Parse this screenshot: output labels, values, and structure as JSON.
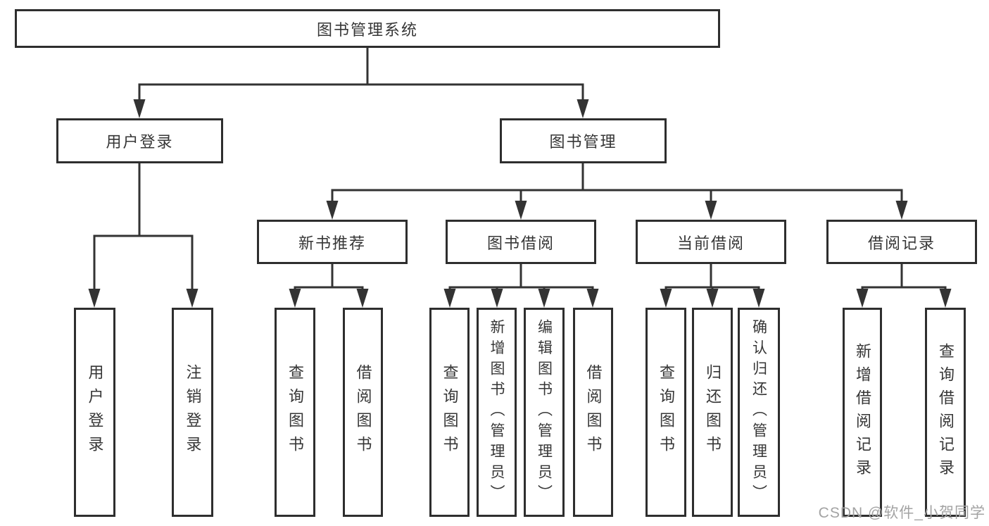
{
  "nodes": {
    "root": "图书管理系统",
    "level2": {
      "user_login": "用户登录",
      "book_management": "图书管理"
    },
    "level3": {
      "new_book_recommend": "新书推荐",
      "book_borrowing": "图书借阅",
      "current_borrowing": "当前借阅",
      "borrowing_records": "借阅记录"
    },
    "level4": {
      "user_login": [
        "用户登录",
        "注销登录"
      ],
      "new_book_recommend": [
        "查询图书",
        "借阅图书"
      ],
      "book_borrowing": [
        "查询图书",
        "新增图书（管理员）",
        "编辑图书（管理员）",
        "借阅图书"
      ],
      "current_borrowing": [
        "查询图书",
        "归还图书",
        "确认归还（管理员）"
      ],
      "borrowing_records": [
        "新增借阅记录",
        "查询借阅记录"
      ]
    }
  },
  "watermark": "CSDN @软件_小贺同学",
  "colors": {
    "line": "#333333",
    "border": "#2e2e2e",
    "text": "#363636",
    "background": "#ffffff",
    "watermark": "#a3a3a3"
  }
}
